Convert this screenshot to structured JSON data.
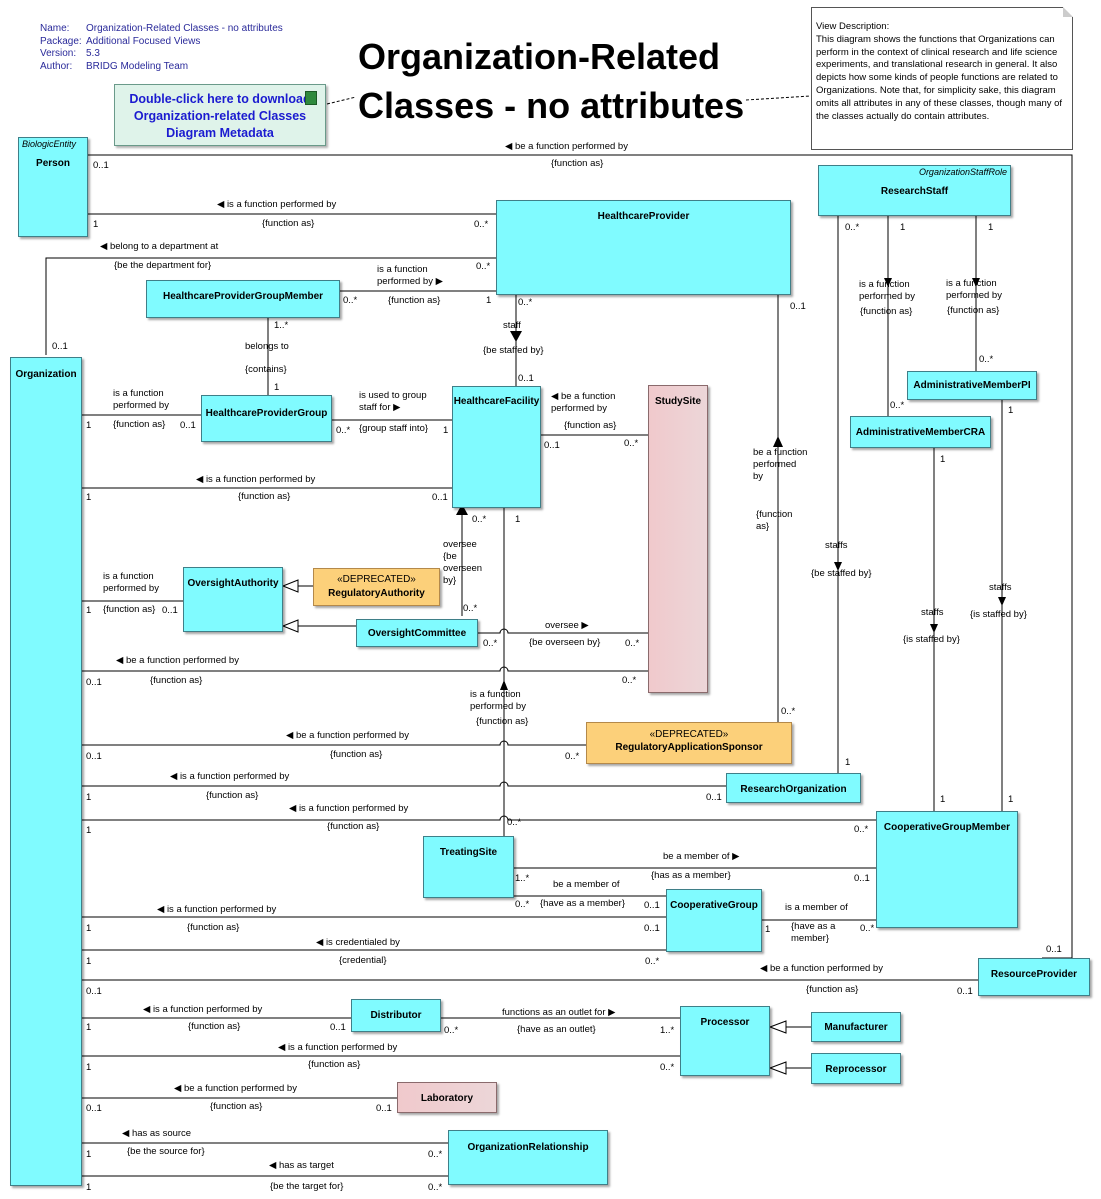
{
  "header": {
    "name_key": "Name:",
    "name_val": "Organization-Related Classes - no attributes",
    "package_key": "Package:",
    "package_val": "Additional Focused Views",
    "version_key": "Version:",
    "version_val": "5.3",
    "author_key": "Author:",
    "author_val": "BRIDG Modeling Team"
  },
  "title_line1": "Organization-Related",
  "title_line2": "Classes - no attributes",
  "download": {
    "line1": "Double-click here to download",
    "line2": "Organization-related Classes",
    "line3": "Diagram Metadata"
  },
  "note": {
    "heading": "View Description:",
    "body": "This diagram shows the functions that Organizations can perform in the context of clinical research and life science experiments, and translational research in general.  It also depicts how some kinds of people functions are related to Organizations.  Note that, for simplicity sake, this diagram omits all attributes in any of these classes, though many of the classes actually do contain attributes."
  },
  "colors": {
    "class_fill": "#80fbff",
    "deprecated_fill": "#fcd07a",
    "study_fill": "#ecd6d8",
    "line": "#000000"
  },
  "classes": {
    "person": {
      "name": "Person",
      "stereotype": "BiologicEntity"
    },
    "organization": {
      "name": "Organization"
    },
    "healthcare_provider": {
      "name": "HealthcareProvider"
    },
    "hcp_group_member": {
      "name": "HealthcareProviderGroupMember"
    },
    "hcp_group": {
      "name": "HealthcareProviderGroup"
    },
    "healthcare_facility": {
      "name": "HealthcareFacility"
    },
    "study_site": {
      "name": "StudySite"
    },
    "oversight_authority": {
      "name": "OversightAuthority"
    },
    "regulatory_authority": {
      "name": "RegulatoryAuthority",
      "stereotype": "«DEPRECATED»"
    },
    "oversight_committee": {
      "name": "OversightCommittee"
    },
    "research_staff": {
      "name": "ResearchStaff",
      "stereotype": "OrganizationStaffRole"
    },
    "admin_member_pi": {
      "name": "AdministrativeMemberPI"
    },
    "admin_member_cra": {
      "name": "AdministrativeMemberCRA"
    },
    "reg_app_sponsor": {
      "name": "RegulatoryApplicationSponsor",
      "stereotype": "«DEPRECATED»"
    },
    "research_organization": {
      "name": "ResearchOrganization"
    },
    "coop_group_member": {
      "name": "CooperativeGroupMember"
    },
    "treating_site": {
      "name": "TreatingSite"
    },
    "coop_group": {
      "name": "CooperativeGroup"
    },
    "resource_provider": {
      "name": "ResourceProvider"
    },
    "distributor": {
      "name": "Distributor"
    },
    "processor": {
      "name": "Processor"
    },
    "manufacturer": {
      "name": "Manufacturer"
    },
    "reprocessor": {
      "name": "Reprocessor"
    },
    "laboratory": {
      "name": "Laboratory"
    },
    "org_relationship": {
      "name": "OrganizationRelationship"
    }
  },
  "assoc": {
    "a1": "◀ be a function performed by",
    "a1r": "{function as}",
    "a2": "◀ is a function performed by",
    "a2r": "{function as}",
    "a3": "◀ belong to a department at",
    "a3r": "{be the department for}",
    "a4": "is a function performed by ▶",
    "a4r": "{function as}",
    "a5": "staff",
    "a5r": "{be staffed by}",
    "a6": "belongs to",
    "a6r": "{contains}",
    "a7": "is a function performed by",
    "a7r": "{function as}",
    "a8": "is used to group staff for ▶",
    "a8r": "{group staff into}",
    "a9": "◀ be a function performed by",
    "a9r": "{function as}",
    "a10": "◀ is a function performed by",
    "a10r": "{function as}",
    "a11": "is a function performed by",
    "a11r": "{function as}",
    "a12": "oversee {be overseen by}",
    "a13": "oversee ▶",
    "a13r": "{be overseen by}",
    "a14": "◀ be a function performed by",
    "a14r": "{function as}",
    "a15": "is a function performed by",
    "a15r": "{function as}",
    "a16": "◀ be a function performed by",
    "a16r": "{function as}",
    "a17": "◀ is a function performed by",
    "a17r": "{function as}",
    "a18": "◀ is a function performed by",
    "a18r": "{function as}",
    "a19": "be a member of ▶",
    "a19r": "{has as a member}",
    "a20": "be a member of",
    "a20r": "{have as a member}",
    "a21": "◀ is a function performed by",
    "a21r": "{function as}",
    "a22": "◀ is credentialed by",
    "a22r": "{credential}",
    "a23": "◀ be a function performed by",
    "a23r": "{function as}",
    "a24": "◀ is a function performed by",
    "a24r": "{function as}",
    "a25": "functions as an outlet for ▶",
    "a25r": "{have as an outlet}",
    "a26": "◀ is a function performed by",
    "a26r": "{function as}",
    "a27": "◀ be a function performed by",
    "a27r": "{function as}",
    "a28": "◀ has as source",
    "a28r": "{be the source for}",
    "a29": "◀ has as target",
    "a29r": "{be the target for}",
    "a30": "is a member of",
    "a30r": "{have as a member}",
    "a31": "be a function performed by",
    "a31r": "{function as}",
    "a32": "is a function performed by",
    "a32r": "{function as}",
    "a33": "is a function performed by",
    "a33r": "{function as}",
    "a34": "staffs",
    "a34r": "{be staffed by}",
    "a35": "staffs",
    "a35r": "{is staffed by}",
    "a36": "staffs",
    "a36r": "{is staffed by}"
  },
  "mult": {
    "one": "1",
    "zero_one": "0..1",
    "zero_many": "0..*",
    "one_many": "1..*"
  }
}
